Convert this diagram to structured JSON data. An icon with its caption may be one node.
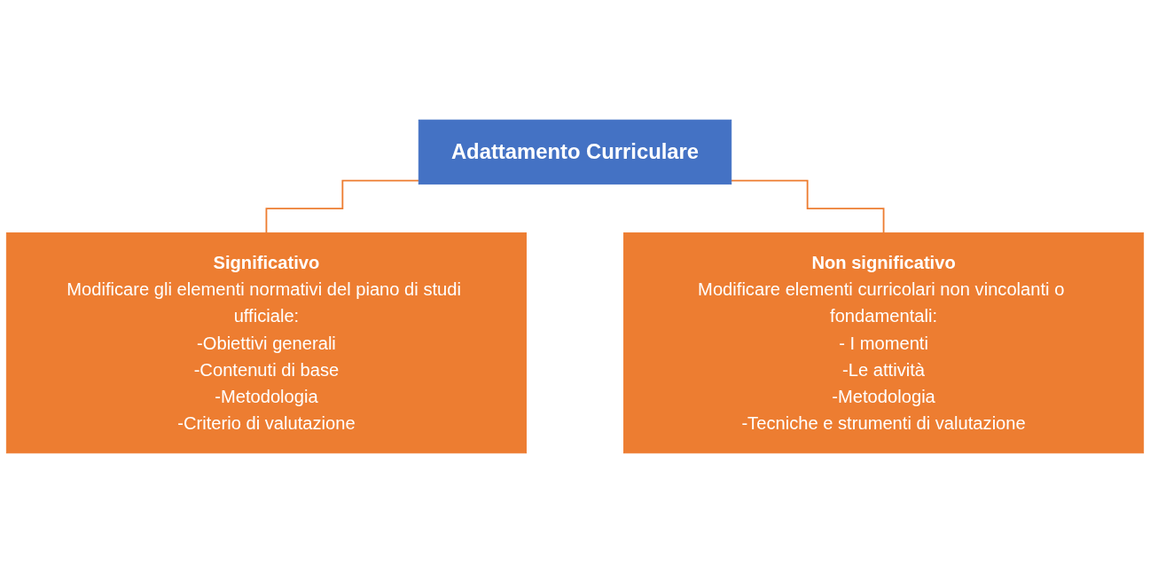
{
  "diagram": {
    "nodes": [
      {
        "text": [
          "Adattamento Curriculare"
        ]
      },
      {
        "text": [
          "Significativo",
          "Modificare gli elementi normativi del piano di studi ufficiale:",
          "-Obiettivi generali",
          "-Contenuti di base",
          "-Metodologia",
          "-Criterio di valutazione"
        ]
      },
      {
        "text": [
          "Non significativo",
          "Modificare elementi curricolari non vincolanti o fondamentali:",
          "- I momenti",
          "-Le attività",
          "-Metodologia",
          "-Tecniche e strumenti di valutazione"
        ]
      }
    ],
    "edges": [
      {
        "from": 0,
        "to": 1,
        "arrow": "none"
      },
      {
        "from": 0,
        "to": 2,
        "arrow": "none"
      }
    ]
  }
}
